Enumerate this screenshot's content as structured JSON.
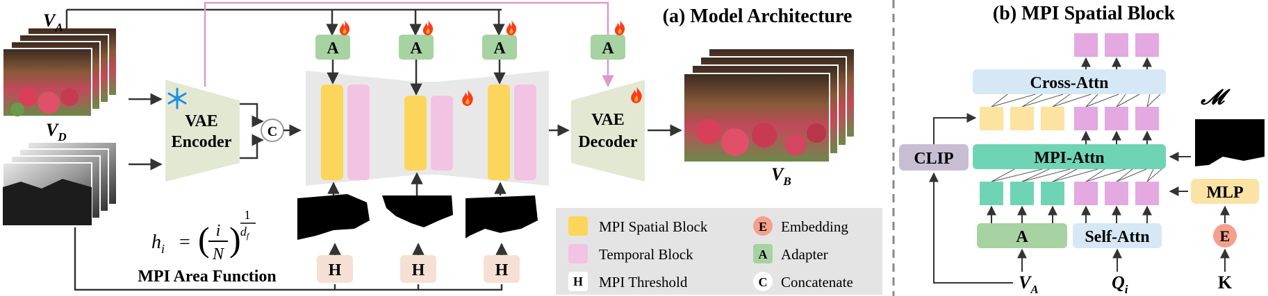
{
  "panel_a": {
    "title": "(a) Model Architecture",
    "input_video_a": "V",
    "input_video_a_sub": "A",
    "input_video_d": "V",
    "input_video_d_sub": "D",
    "output_video_b": "V",
    "output_video_b_sub": "B",
    "vae_encoder_line1": "VAE",
    "vae_encoder_line2": "Encoder",
    "vae_decoder_line1": "VAE",
    "vae_decoder_line2": "Decoder",
    "concat_symbol": "C",
    "adapter_symbol": "A",
    "threshold_symbol": "H",
    "formula_lhs": "h",
    "formula_lhs_sub": "i",
    "formula_eq": "=",
    "formula_num": "i",
    "formula_den": "N",
    "formula_exp_num": "1",
    "formula_exp_den": "d",
    "formula_exp_den_sub": "f",
    "formula_caption": "MPI Area Function"
  },
  "legend": {
    "items": [
      {
        "label": "MPI Spatial Block",
        "color": "#fcd65a"
      },
      {
        "label": "Temporal Block",
        "color": "#f3c3e3"
      },
      {
        "label": "MPI Threshold",
        "symbol": "H"
      },
      {
        "label": "Embedding",
        "symbol": "E",
        "color": "#f4a08c"
      },
      {
        "label": "Adapter",
        "symbol": "A",
        "color": "#a7d2a2"
      },
      {
        "label": "Concatenate",
        "symbol": "C",
        "color": "#ffffff"
      }
    ]
  },
  "panel_b": {
    "title": "(b) MPI Spatial Block",
    "cross_attn": "Cross-Attn",
    "mpi_attn": "MPI-Attn",
    "clip": "CLIP",
    "mlp": "MLP",
    "adapter": "A",
    "self_attn": "Self-Attn",
    "mask_label": "𝓜",
    "embedding_symbol": "E",
    "input_va": "V",
    "input_va_sub": "A",
    "input_qi": "Q",
    "input_qi_sub": "i",
    "input_k": "K"
  },
  "colors": {
    "spatial": "#fcd65a",
    "temporal": "#f3c3e3",
    "adapter": "#a7d2a2",
    "vae": "#e3e8d2",
    "cross_attn": "#d6e8f5",
    "mpi_attn": "#6fd4b6",
    "clip": "#c8bed3",
    "mlp": "#fbe3a6",
    "embedding": "#f4a08c",
    "threshold": "#f6e0d3",
    "legend_bg": "#e4e4e4",
    "pink_line": "#d99ad0",
    "fire": "#ff3a1a"
  },
  "icons": [
    "fire-icon",
    "snowflake-icon"
  ]
}
